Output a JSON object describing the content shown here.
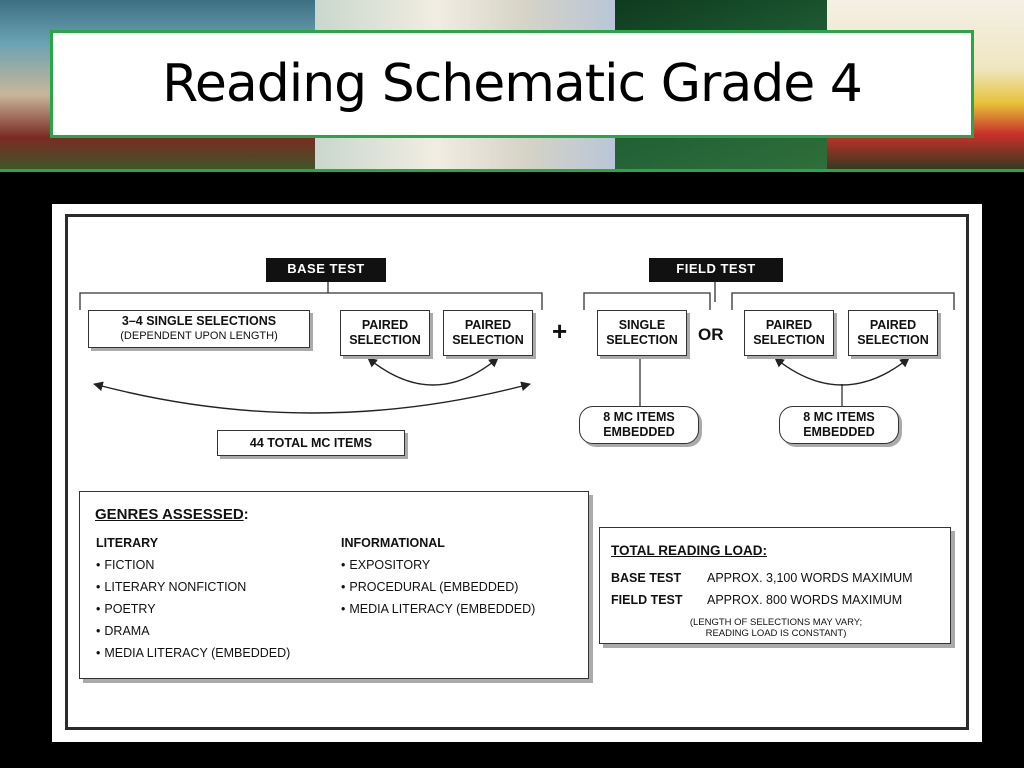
{
  "slide": {
    "title": "Reading Schematic Grade 4"
  },
  "diagram": {
    "base_test_label": "BASE TEST",
    "field_test_label": "FIELD TEST",
    "single_selections": {
      "line1": "3–4 SINGLE SELECTIONS",
      "line2": "(DEPENDENT UPON LENGTH)"
    },
    "paired_selection": {
      "line1": "PAIRED",
      "line2": "SELECTION"
    },
    "single_selection": {
      "line1": "SINGLE",
      "line2": "SELECTION"
    },
    "plus": "+",
    "or": "OR",
    "total_mc": "44 TOTAL MC ITEMS",
    "embedded_items": {
      "line1": "8 MC ITEMS",
      "line2": "EMBEDDED"
    }
  },
  "genres": {
    "heading": "GENRES ASSESSED",
    "heading_suffix": ":",
    "literary": {
      "heading": "LITERARY",
      "items": [
        "FICTION",
        "LITERARY NONFICTION",
        "POETRY",
        "DRAMA",
        "MEDIA LITERACY (EMBEDDED)"
      ]
    },
    "informational": {
      "heading": "INFORMATIONAL",
      "items": [
        "EXPOSITORY",
        "PROCEDURAL (EMBEDDED)",
        "MEDIA LITERACY (EMBEDDED)"
      ]
    }
  },
  "reading_load": {
    "heading": "TOTAL READING LOAD:",
    "rows": [
      {
        "label": "BASE TEST",
        "value": "APPROX. 3,100 WORDS MAXIMUM"
      },
      {
        "label": "FIELD TEST",
        "value": "APPROX. 800 WORDS MAXIMUM"
      }
    ],
    "note_line1": "(LENGTH OF SELECTIONS MAY VARY;",
    "note_line2": "READING LOAD IS CONSTANT)"
  }
}
